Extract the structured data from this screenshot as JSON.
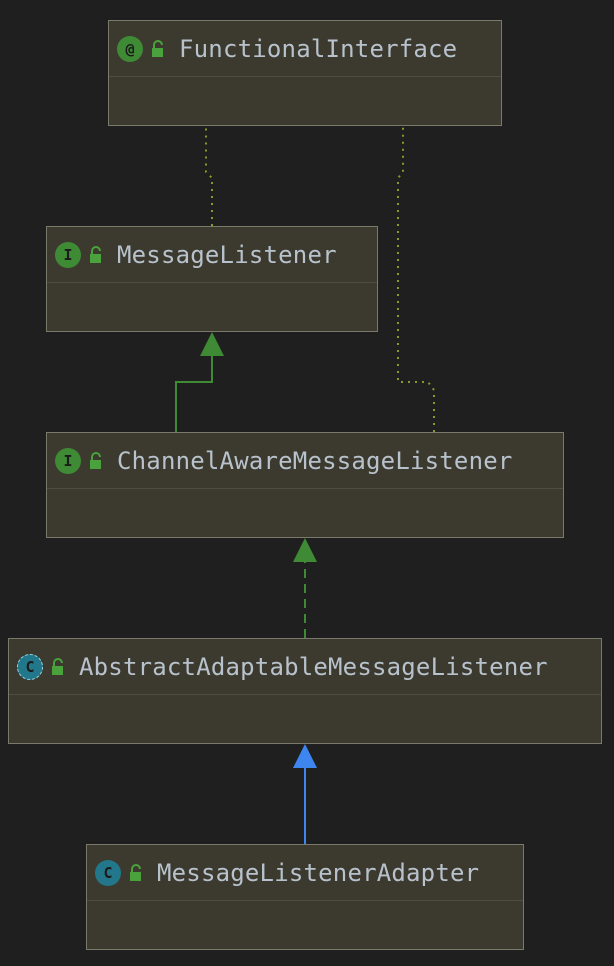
{
  "diagram": {
    "nodes": [
      {
        "id": "functional-interface",
        "kind": "annotation",
        "badge": "@",
        "name": "FunctionalInterface"
      },
      {
        "id": "message-listener",
        "kind": "interface",
        "badge": "I",
        "name": "MessageListener"
      },
      {
        "id": "channel-aware-message-listener",
        "kind": "interface",
        "badge": "I",
        "name": "ChannelAwareMessageListener"
      },
      {
        "id": "abstract-adaptable-message-listener",
        "kind": "abstract",
        "badge": "C",
        "name": "AbstractAdaptableMessageListener"
      },
      {
        "id": "message-listener-adapter",
        "kind": "class",
        "badge": "C",
        "name": "MessageListenerAdapter"
      }
    ],
    "edges": [
      {
        "from": "message-listener",
        "to": "functional-interface",
        "relation": "annotated-by"
      },
      {
        "from": "channel-aware-message-listener",
        "to": "functional-interface",
        "relation": "annotated-by"
      },
      {
        "from": "channel-aware-message-listener",
        "to": "message-listener",
        "relation": "extends"
      },
      {
        "from": "abstract-adaptable-message-listener",
        "to": "channel-aware-message-listener",
        "relation": "implements"
      },
      {
        "from": "message-listener-adapter",
        "to": "abstract-adaptable-message-listener",
        "relation": "extends"
      }
    ],
    "colors": {
      "background": "#1f1f1f",
      "interface_edge": "#3e8a35",
      "class_edge": "#3d86f0",
      "annotation_edge": "#8a9a2a"
    }
  }
}
